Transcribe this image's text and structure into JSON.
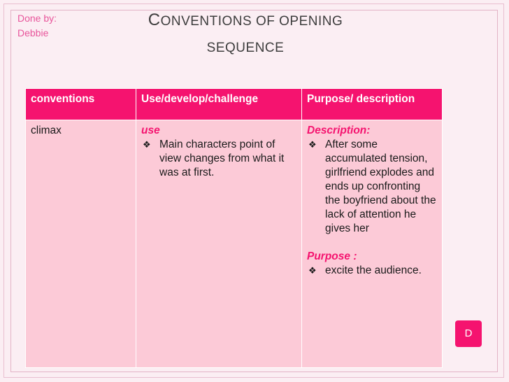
{
  "header": {
    "author_label": "Done by:",
    "author_name": "Debbie",
    "title_line1_initial": "C",
    "title_line1_rest": "ONVENTIONS OF OPENING",
    "title_line2": "SEQUENCE"
  },
  "table": {
    "headers": [
      "conventions",
      "Use/develop/challenge",
      "Purpose/ description"
    ],
    "row": {
      "convention": "climax",
      "use_heading": "use",
      "use_points": [
        "Main characters point of view changes from what it was at first."
      ],
      "description_heading": "Description:",
      "description_points": [
        "After some accumulated tension, girlfriend explodes and ends up confronting the boyfriend about the lack of attention he gives her"
      ],
      "purpose_heading": "Purpose :",
      "purpose_points": [
        "excite the audience."
      ]
    }
  },
  "bullet_glyph": "❖",
  "badge": "D",
  "colors": {
    "accent": "#f5136f",
    "cell_bg": "#fccad7",
    "label_text": "#e8559b",
    "page_bg": "#fbeef3"
  }
}
